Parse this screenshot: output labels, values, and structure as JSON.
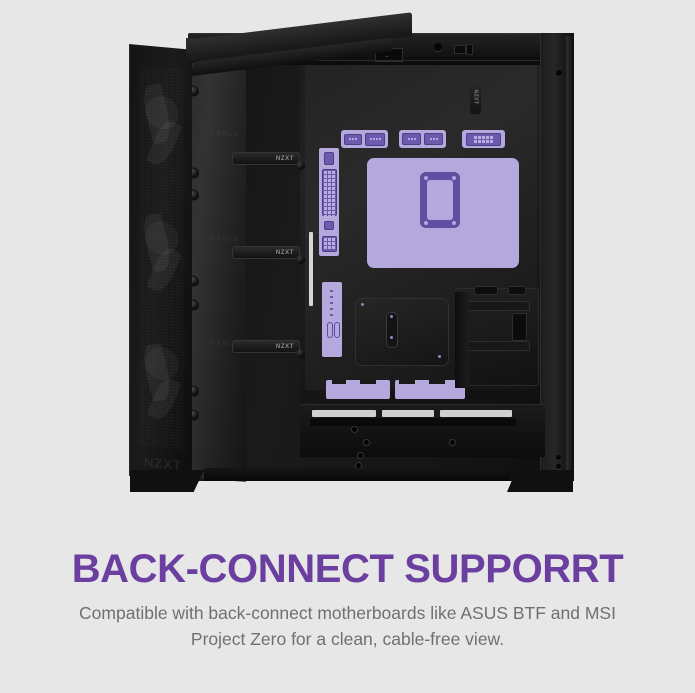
{
  "page": {
    "background_color": "#e7e7e7"
  },
  "hero": {
    "alt_name": "nzxt-pc-case-interior",
    "brand": "NZXT",
    "colors": {
      "chassis_black": "#151515",
      "highlight_purple_light": "#b4a8dc",
      "highlight_purple_dark": "#5e4fa0",
      "vent_light": "#cfcfcf"
    },
    "labels": {
      "cable_bar_brand": "NZXT",
      "side_panel_logo": "NZXT",
      "cable_tag_brand": "NZXT"
    },
    "cable_bars": [
      {
        "label": "NZXT"
      },
      {
        "label": "NZXT"
      },
      {
        "label": "NZXT"
      }
    ],
    "back_connect_regions": [
      {
        "name": "cpu-backplate-cutout"
      },
      {
        "name": "top-connector-header-group-1"
      },
      {
        "name": "top-connector-header-group-2"
      },
      {
        "name": "top-connector-header-group-3"
      },
      {
        "name": "left-connector-strip"
      },
      {
        "name": "front-io-strip"
      },
      {
        "name": "bottom-cable-channel-left"
      },
      {
        "name": "bottom-cable-channel-right"
      }
    ]
  },
  "caption": {
    "headline": "BACK-CONNECT SUPPORRT",
    "headline_color": "#6b3fa0",
    "subtext": "Compatible with back-connect motherboards like ASUS BTF and MSI Project Zero for a clean, cable-free view.",
    "subtext_color": "#707070"
  }
}
